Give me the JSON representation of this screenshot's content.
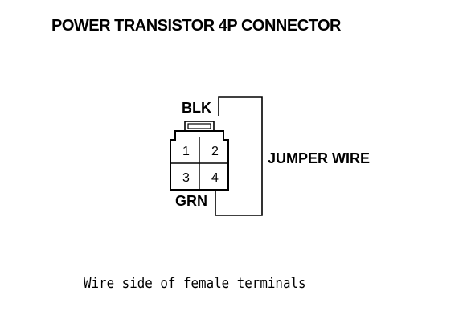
{
  "title": "POWER TRANSISTOR 4P CONNECTOR",
  "labels": {
    "blk": "BLK",
    "grn": "GRN",
    "jumper_wire": "JUMPER WIRE"
  },
  "pins": [
    "1",
    "2",
    "3",
    "4"
  ],
  "caption": "Wire side of female terminals",
  "colors": {
    "line": "#000000",
    "background": "#ffffff"
  }
}
